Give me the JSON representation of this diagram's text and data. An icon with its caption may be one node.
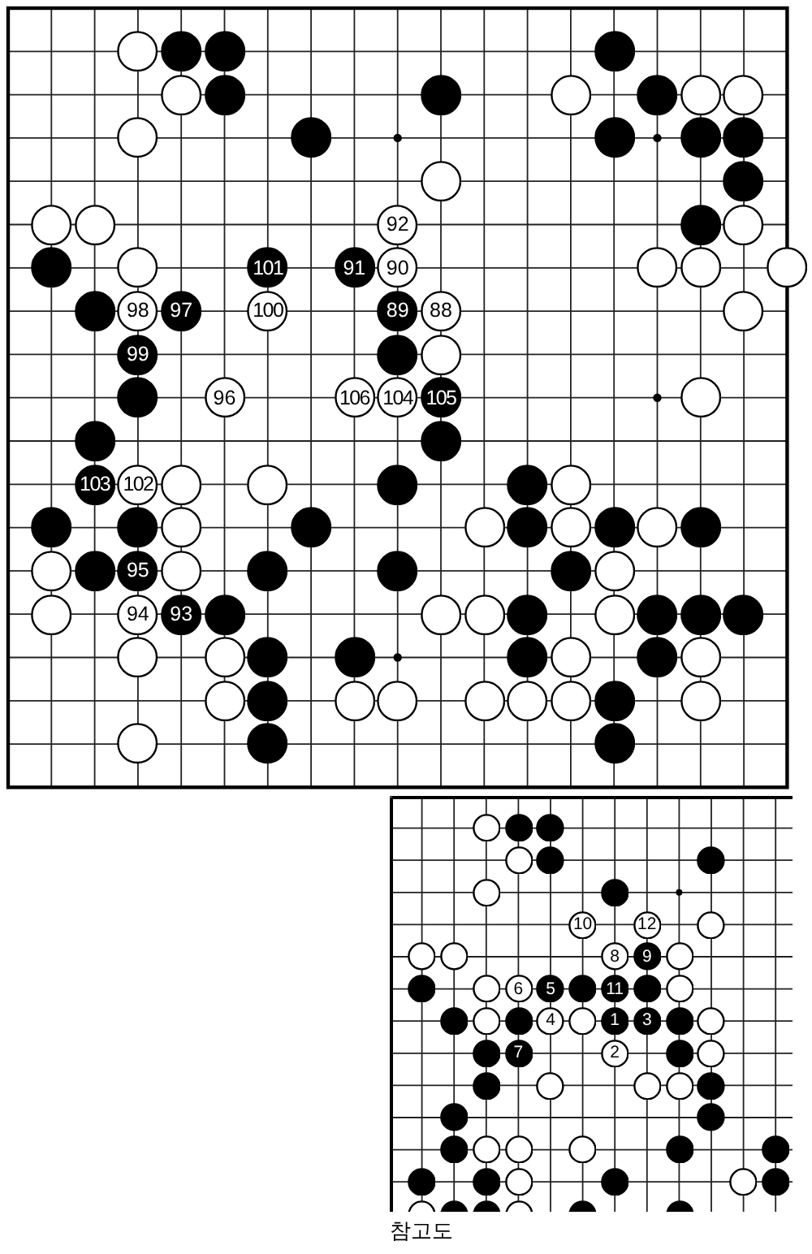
{
  "diagram": {
    "nodes": [
      {
        "text": [],
        "shape": "circle"
      },
      {
        "text": [],
        "shape": "circle"
      },
      {
        "text": [],
        "shape": "circle"
      },
      {
        "text": [],
        "shape": "circle"
      },
      {
        "text": [],
        "shape": "circle"
      },
      {
        "text": [],
        "shape": "circle"
      },
      {
        "text": [],
        "shape": "circle"
      },
      {
        "text": [],
        "shape": "circle"
      },
      {
        "text": [],
        "shape": "circle"
      },
      {
        "text": [],
        "shape": "circle"
      },
      {
        "text": [],
        "shape": "circle"
      },
      {
        "text": [],
        "shape": "circle"
      },
      {
        "text": [],
        "shape": "circle"
      },
      {
        "text": [],
        "shape": "circle"
      },
      {
        "text": [],
        "shape": "circle"
      },
      {
        "text": [],
        "shape": "circle"
      },
      {
        "text": [],
        "shape": "circle"
      },
      {
        "text": [],
        "shape": "circle"
      },
      {
        "text": [],
        "shape": "circle"
      },
      {
        "text": [],
        "shape": "circle"
      },
      {
        "text": [
          "92"
        ]
      },
      {
        "text": [],
        "shape": "circle"
      },
      {
        "text": [],
        "shape": "circle"
      },
      {
        "text": [],
        "shape": "circle"
      },
      {
        "text": [],
        "shape": "circle"
      },
      {
        "text": [
          "101"
        ]
      },
      {
        "text": [
          "91"
        ]
      },
      {
        "text": [
          "90"
        ]
      },
      {
        "text": [],
        "shape": "circle"
      },
      {
        "text": [],
        "shape": "circle"
      },
      {
        "text": [],
        "shape": "circle"
      },
      {
        "text": [],
        "shape": "circle"
      },
      {
        "text": [
          "98"
        ]
      },
      {
        "text": [
          "97"
        ]
      },
      {
        "text": [
          "100"
        ]
      },
      {
        "text": [
          "89"
        ]
      },
      {
        "text": [
          "88"
        ]
      },
      {
        "text": [],
        "shape": "circle"
      },
      {
        "text": [
          "99"
        ]
      },
      {
        "text": [],
        "shape": "circle"
      },
      {
        "text": [],
        "shape": "circle"
      },
      {
        "text": [],
        "shape": "circle"
      },
      {
        "text": [
          "96"
        ]
      },
      {
        "text": [
          "106"
        ]
      },
      {
        "text": [
          "104"
        ]
      },
      {
        "text": [
          "105"
        ]
      },
      {
        "text": [],
        "shape": "circle"
      },
      {
        "text": [],
        "shape": "circle"
      },
      {
        "text": [],
        "shape": "circle"
      },
      {
        "text": [
          "103"
        ]
      },
      {
        "text": [
          "102"
        ]
      },
      {
        "text": [],
        "shape": "circle"
      },
      {
        "text": [],
        "shape": "circle"
      },
      {
        "text": [],
        "shape": "circle"
      },
      {
        "text": [],
        "shape": "circle"
      },
      {
        "text": [],
        "shape": "circle"
      },
      {
        "text": [],
        "shape": "circle"
      },
      {
        "text": [],
        "shape": "circle"
      },
      {
        "text": [],
        "shape": "circle"
      },
      {
        "text": [],
        "shape": "circle"
      },
      {
        "text": [],
        "shape": "circle"
      },
      {
        "text": [],
        "shape": "circle"
      },
      {
        "text": [],
        "shape": "circle"
      },
      {
        "text": [],
        "shape": "circle"
      },
      {
        "text": [],
        "shape": "circle"
      },
      {
        "text": [],
        "shape": "circle"
      },
      {
        "text": [],
        "shape": "circle"
      },
      {
        "text": [],
        "shape": "circle"
      },
      {
        "text": [
          "95"
        ]
      },
      {
        "text": [],
        "shape": "circle"
      },
      {
        "text": [],
        "shape": "circle"
      },
      {
        "text": [],
        "shape": "circle"
      },
      {
        "text": [],
        "shape": "circle"
      },
      {
        "text": [],
        "shape": "circle"
      },
      {
        "text": [],
        "shape": "circle"
      },
      {
        "text": [
          "94"
        ]
      },
      {
        "text": [
          "93"
        ]
      },
      {
        "text": [],
        "shape": "circle"
      },
      {
        "text": [],
        "shape": "circle"
      },
      {
        "text": [],
        "shape": "circle"
      },
      {
        "text": [],
        "shape": "circle"
      },
      {
        "text": [],
        "shape": "circle"
      },
      {
        "text": [],
        "shape": "circle"
      },
      {
        "text": [],
        "shape": "circle"
      },
      {
        "text": [],
        "shape": "circle"
      },
      {
        "text": [],
        "shape": "circle"
      },
      {
        "text": [],
        "shape": "circle"
      },
      {
        "text": [],
        "shape": "circle"
      },
      {
        "text": [],
        "shape": "circle"
      },
      {
        "text": [],
        "shape": "circle"
      },
      {
        "text": [],
        "shape": "circle"
      },
      {
        "text": [],
        "shape": "circle"
      },
      {
        "text": [],
        "shape": "circle"
      },
      {
        "text": [],
        "shape": "circle"
      },
      {
        "text": [],
        "shape": "circle"
      },
      {
        "text": [],
        "shape": "circle"
      },
      {
        "text": [],
        "shape": "circle"
      },
      {
        "text": [],
        "shape": "circle"
      },
      {
        "text": [],
        "shape": "circle"
      },
      {
        "text": [],
        "shape": "circle"
      },
      {
        "text": [],
        "shape": "circle"
      },
      {
        "text": [],
        "shape": "circle"
      },
      {
        "text": [],
        "shape": "circle"
      },
      {
        "text": [],
        "shape": "circle"
      },
      {
        "text": [],
        "shape": "circle"
      },
      {
        "text": [],
        "shape": "circle"
      },
      {
        "text": [],
        "shape": "circle"
      },
      {
        "text": [],
        "shape": "circle"
      },
      {
        "text": [],
        "shape": "circle"
      },
      {
        "text": [],
        "shape": "circle"
      },
      {
        "text": [],
        "shape": "circle"
      },
      {
        "text": [],
        "shape": "circle"
      },
      {
        "text": [],
        "shape": "circle"
      },
      {
        "text": [
          "10"
        ]
      },
      {
        "text": [
          "12"
        ]
      },
      {
        "text": [],
        "shape": "circle"
      },
      {
        "text": [],
        "shape": "circle"
      },
      {
        "text": [],
        "shape": "circle"
      },
      {
        "text": [
          "8"
        ]
      },
      {
        "text": [
          "9"
        ]
      },
      {
        "text": [],
        "shape": "circle"
      },
      {
        "text": [],
        "shape": "circle"
      },
      {
        "text": [],
        "shape": "circle"
      },
      {
        "text": [
          "6"
        ]
      },
      {
        "text": [
          "5"
        ]
      },
      {
        "text": [],
        "shape": "circle"
      },
      {
        "text": [
          "11"
        ]
      },
      {
        "text": [],
        "shape": "circle"
      },
      {
        "text": [],
        "shape": "circle"
      },
      {
        "text": [],
        "shape": "circle"
      },
      {
        "text": [],
        "shape": "circle"
      },
      {
        "text": [],
        "shape": "circle"
      },
      {
        "text": [
          "4"
        ]
      },
      {
        "text": [],
        "shape": "circle"
      },
      {
        "text": [
          "1"
        ]
      },
      {
        "text": [
          "3"
        ]
      },
      {
        "text": [],
        "shape": "circle"
      },
      {
        "text": [],
        "shape": "circle"
      },
      {
        "text": [],
        "shape": "circle"
      },
      {
        "text": [
          "7"
        ]
      },
      {
        "text": [
          "2"
        ]
      },
      {
        "text": [],
        "shape": "circle"
      },
      {
        "text": [],
        "shape": "circle"
      },
      {
        "text": [],
        "shape": "circle"
      },
      {
        "text": [],
        "shape": "circle"
      },
      {
        "text": [],
        "shape": "circle"
      },
      {
        "text": [],
        "shape": "circle"
      },
      {
        "text": [],
        "shape": "circle"
      },
      {
        "text": [],
        "shape": "circle"
      },
      {
        "text": [],
        "shape": "circle"
      },
      {
        "text": [],
        "shape": "circle"
      },
      {
        "text": [],
        "shape": "circle"
      },
      {
        "text": [],
        "shape": "circle"
      },
      {
        "text": [],
        "shape": "circle"
      },
      {
        "text": [],
        "shape": "circle"
      },
      {
        "text": [],
        "shape": "circle"
      },
      {
        "text": [],
        "shape": "circle"
      },
      {
        "text": [],
        "shape": "circle"
      },
      {
        "text": [],
        "shape": "circle"
      },
      {
        "text": [],
        "shape": "circle"
      },
      {
        "text": [],
        "shape": "circle"
      },
      {
        "text": [],
        "shape": "circle"
      },
      {
        "text": [],
        "shape": "circle"
      },
      {
        "text": [],
        "shape": "circle"
      },
      {
        "text": [],
        "shape": "circle"
      },
      {
        "text": [],
        "shape": "circle"
      },
      {
        "text": [],
        "shape": "circle"
      },
      {
        "text": [],
        "shape": "circle"
      }
    ],
    "labels": [
      "참고도"
    ]
  }
}
